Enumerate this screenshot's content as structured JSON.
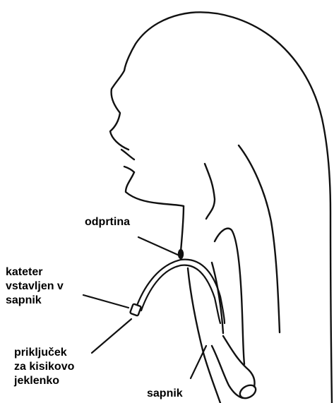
{
  "labels": {
    "opening": "odprtina",
    "catheter": [
      "kateter",
      "vstavljen v",
      "sapnik"
    ],
    "connector": [
      "priključek",
      "za kisikovo",
      "jeklenko"
    ],
    "trachea": "sapnik"
  }
}
